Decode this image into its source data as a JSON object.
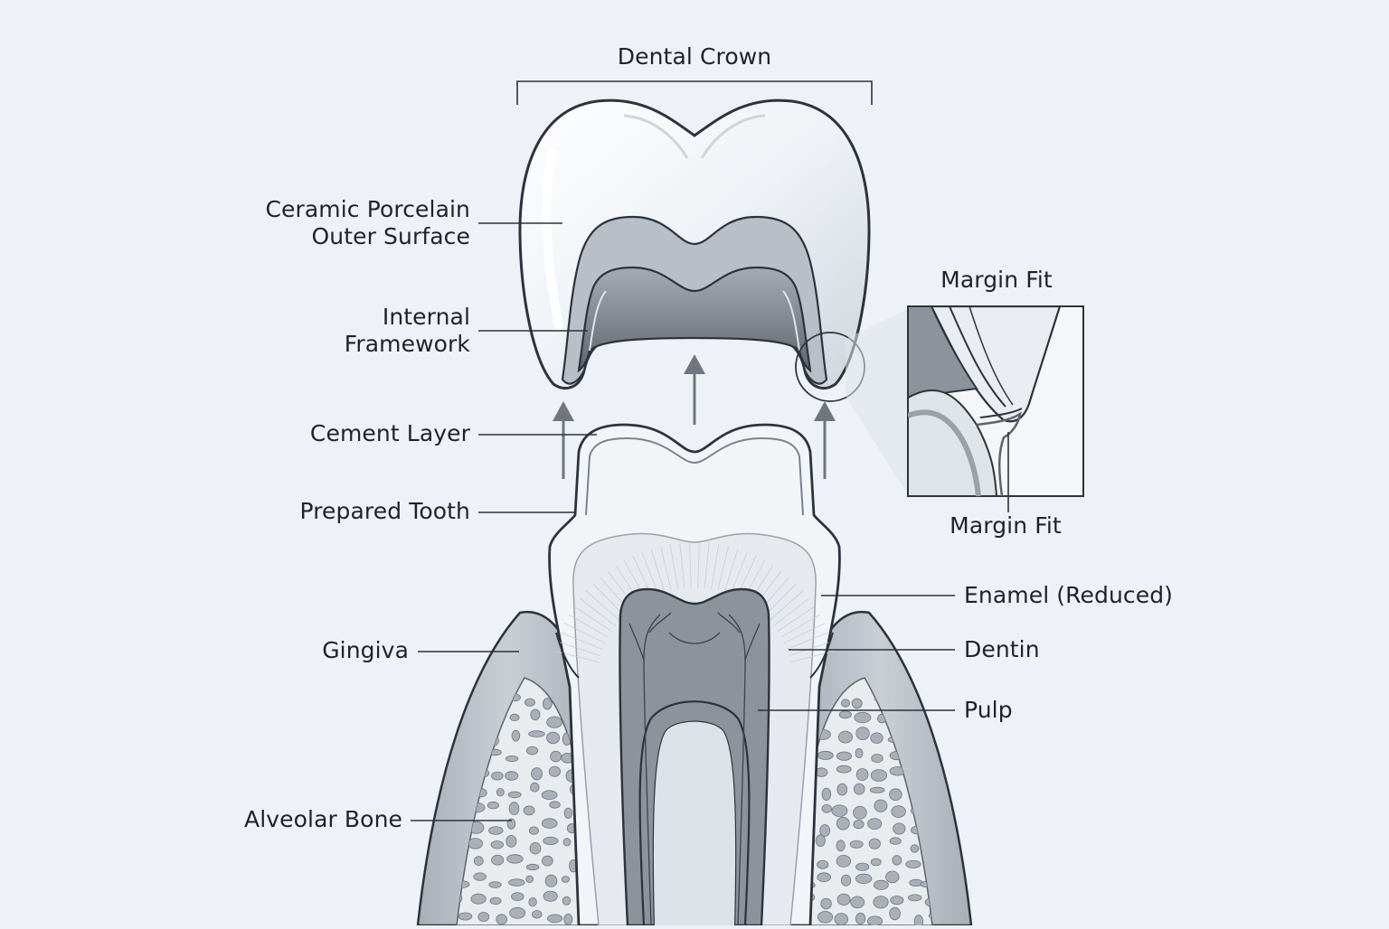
{
  "labels": {
    "dental_crown": "Dental Crown",
    "ceramic_line1": "Ceramic Porcelain",
    "ceramic_line2": "Outer Surface",
    "internal_line1": "Internal",
    "internal_line2": "Framework",
    "cement_layer": "Cement Layer",
    "prepared_tooth": "Prepared Tooth",
    "gingiva": "Gingiva",
    "alveolar_bone": "Alveolar Bone",
    "margin_fit_top": "Margin Fit",
    "margin_fit_bottom": "Margin Fit",
    "enamel": "Enamel (Reduced)",
    "dentin": "Dentin",
    "pulp": "Pulp"
  },
  "colors": {
    "background": "#eef2f6",
    "outline": "#2c333c",
    "crown_fill": "#f4f7fa",
    "framework_fill": "#8d949c",
    "dentin_fill": "#e6eaee",
    "pulp_fill": "#8c939b",
    "gum_fill": "#b5bcc3",
    "bone_fill": "#e9ecef",
    "bone_pore": "#a9b0b7"
  }
}
